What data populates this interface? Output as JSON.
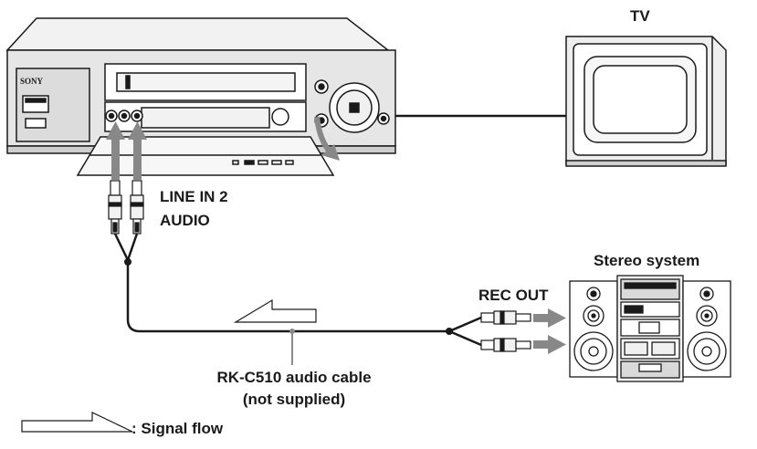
{
  "labels": {
    "tv": "TV",
    "line_in": "LINE IN 2",
    "audio": "AUDIO",
    "stereo_system": "Stereo system",
    "rec_out": "REC OUT",
    "cable_line1": "RK-C510 audio cable",
    "cable_line2": "(not supplied)",
    "legend": ": Signal flow"
  },
  "vcr": {
    "brand": "SONY"
  },
  "colors": {
    "ink": "#1a1a1a",
    "arrow": "#888888",
    "panel": "#d9d9d9",
    "panel_dark": "#bdbdbd"
  }
}
